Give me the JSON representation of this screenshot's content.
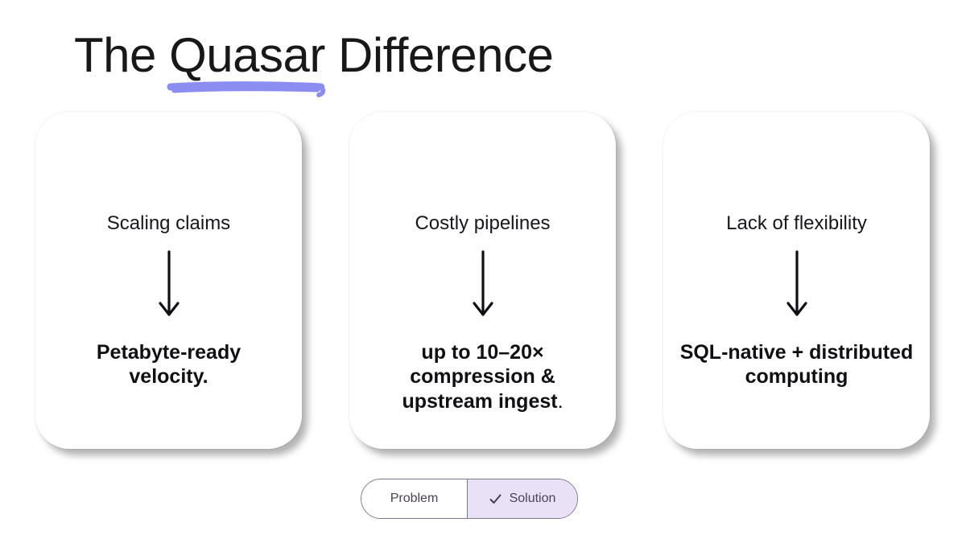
{
  "title": {
    "prefix": "The ",
    "highlight": "Quasar",
    "suffix": " Difference"
  },
  "cards": [
    {
      "label": "Scaling claims",
      "result": "Petabyte-ready velocity."
    },
    {
      "label": "Costly pipelines",
      "result": "up to 10–20× compression & upstream ingest",
      "result_suffix": "."
    },
    {
      "label": "Lack of flexibility",
      "result": "SQL-native + distributed computing"
    }
  ],
  "toggle": {
    "problem": {
      "label": "Problem",
      "selected": false
    },
    "solution": {
      "label": "Solution",
      "selected": true
    }
  },
  "icons": {
    "down_arrow": "down-arrow",
    "check": "checkmark",
    "scribble_underline": "scribble-underline"
  },
  "colors": {
    "underline_accent": "#8b8ef0",
    "toggle_selected_bg": "#e9e2f6",
    "toggle_border": "#7e7792",
    "toggle_text": "#4a4356",
    "title_text": "#18181b",
    "card_text": "#101014"
  }
}
